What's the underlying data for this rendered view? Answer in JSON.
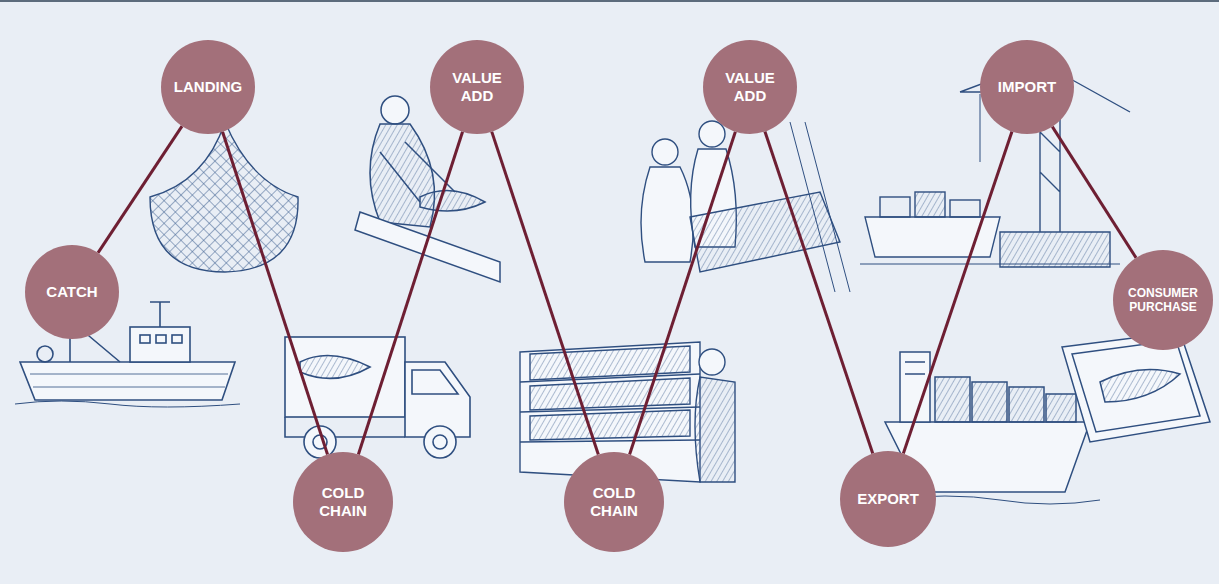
{
  "diagram": {
    "nodes": [
      {
        "text": [
          "CATCH"
        ]
      },
      {
        "text": [
          "LANDING"
        ]
      },
      {
        "text": [
          "COLD CHAIN"
        ]
      },
      {
        "text": [
          "VALUE ADD"
        ]
      },
      {
        "text": [
          "COLD CHAIN"
        ]
      },
      {
        "text": [
          "VALUE ADD"
        ]
      },
      {
        "text": [
          "EXPORT"
        ]
      },
      {
        "text": [
          "IMPORT"
        ]
      },
      {
        "text": [
          "CONSUMER PURCHASE"
        ]
      }
    ],
    "edges": [
      {
        "from": 0,
        "to": 1,
        "arrow": "none"
      },
      {
        "from": 1,
        "to": 2,
        "arrow": "none"
      },
      {
        "from": 2,
        "to": 3,
        "arrow": "none"
      },
      {
        "from": 3,
        "to": 4,
        "arrow": "none"
      },
      {
        "from": 4,
        "to": 5,
        "arrow": "none"
      },
      {
        "from": 5,
        "to": 6,
        "arrow": "none"
      },
      {
        "from": 6,
        "to": 7,
        "arrow": "none"
      },
      {
        "from": 7,
        "to": 8,
        "arrow": "none"
      }
    ]
  }
}
